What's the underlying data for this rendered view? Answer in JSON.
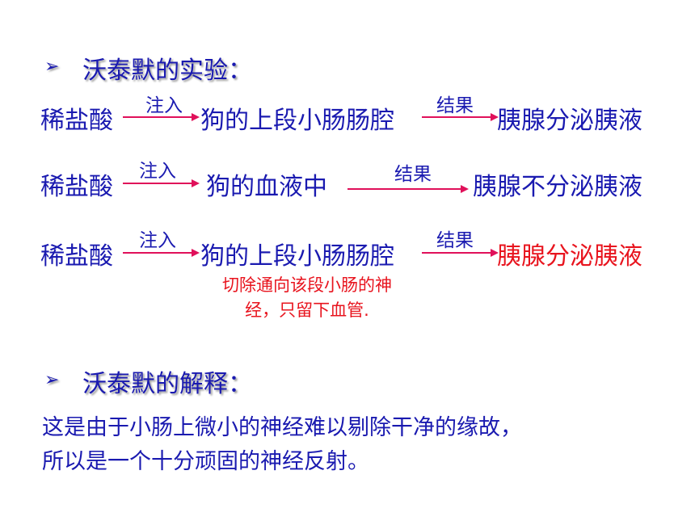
{
  "section1": {
    "bullet_icon": "arrow-bullet",
    "title": "沃泰默的实验："
  },
  "rows": [
    {
      "start": "稀盐酸",
      "arrow1_label": "注入",
      "middle": "狗的上段小肠肠腔",
      "arrow2_label": "结果",
      "result": "胰腺分泌胰液"
    },
    {
      "start": "稀盐酸",
      "arrow1_label": "注入",
      "middle": "狗的血液中",
      "arrow2_label": "结果",
      "result": "胰腺不分泌胰液"
    },
    {
      "start": "稀盐酸",
      "arrow1_label": "注入",
      "middle": "狗的上段小肠肠腔",
      "arrow2_label": "结果",
      "result": "胰腺分泌胰液"
    }
  ],
  "note": "切除通向该段小肠的神经，只留下血管.",
  "section2": {
    "bullet_icon": "arrow-bullet",
    "title": "沃泰默的解释：",
    "line1": "这是由于小肠上微小的神经难以剔除干净的缘故，",
    "line2": "所以是一个十分顽固的神经反射。"
  },
  "colors": {
    "text_blue": "#1a1ab0",
    "highlight_red": "#e8141e",
    "arrow": "#e0105a"
  }
}
